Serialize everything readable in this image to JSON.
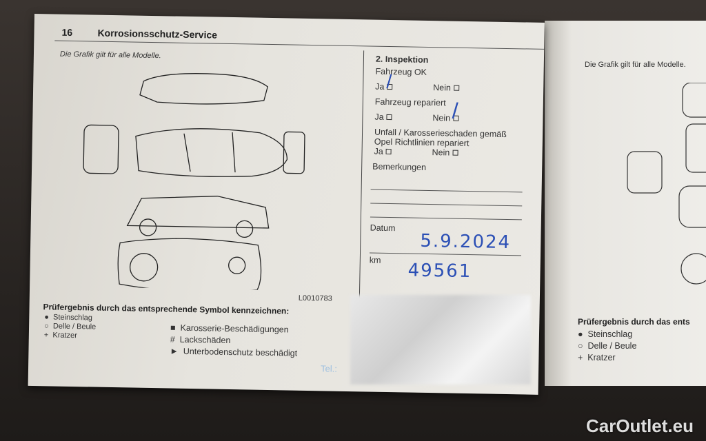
{
  "left_page": {
    "page_number": "16",
    "title": "Korrosionsschutz-Service",
    "subtitle": "Die Grafik gilt für alle Modelle.",
    "figure_code": "L0010783",
    "legend_title": "Prüfergebnis durch das entsprechende Symbol kennzeichnen:",
    "legend": [
      {
        "symbol": "●",
        "label": "Steinschlag"
      },
      {
        "symbol": "○",
        "label": "Delle / Beule"
      },
      {
        "symbol": "+",
        "label": "Kratzer"
      },
      {
        "symbol": "■",
        "label": "Karosserie-Beschädigungen"
      },
      {
        "symbol": "#",
        "label": "Lackschäden"
      },
      {
        "symbol": "►",
        "label": "Unterbodenschutz beschädigt"
      }
    ],
    "tel_label": "Tel.:"
  },
  "inspection": {
    "title": "2. Inspektion",
    "q1": "Fahrzeug OK",
    "q2": "Fahrzeug repariert",
    "q3a": "Unfall / Karosserieschaden gemäß",
    "q3b": "Opel Richtlinien repariert",
    "yes": "Ja",
    "no": "Nein",
    "remarks": "Bemerkungen",
    "date_label": "Datum",
    "date_value": "5.9.2024",
    "km_label": "km",
    "km_value": "49561"
  },
  "right_page": {
    "subtitle": "Die Grafik gilt für alle Modelle.",
    "legend_title": "Prüfergebnis durch das ents",
    "legend": [
      {
        "symbol": "●",
        "label": "Steinschlag"
      },
      {
        "symbol": "○",
        "label": "Delle / Beule"
      },
      {
        "symbol": "+",
        "label": "Kratzer"
      }
    ]
  },
  "watermark": "CarOutlet.eu"
}
